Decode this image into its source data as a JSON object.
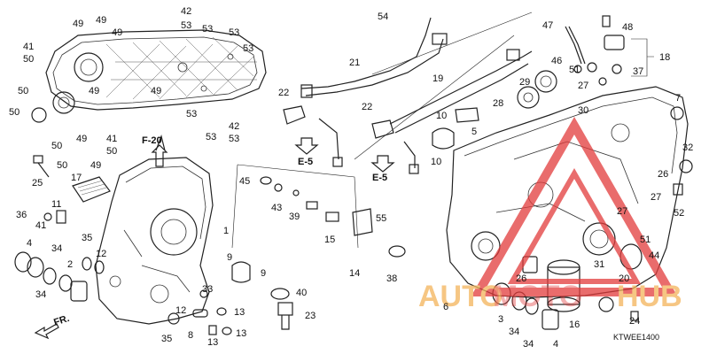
{
  "diagram": {
    "code": "KTWEE1400",
    "refs": {
      "f20": "F-20",
      "e5_left": "E-5",
      "e5_right": "E-5",
      "fr": "FR."
    },
    "callouts": [
      {
        "id": "c49a",
        "text": "49"
      },
      {
        "id": "c49b",
        "text": "49"
      },
      {
        "id": "c49c",
        "text": "49"
      },
      {
        "id": "c42a",
        "text": "42"
      },
      {
        "id": "c53a",
        "text": "53"
      },
      {
        "id": "c53b",
        "text": "53"
      },
      {
        "id": "c53c",
        "text": "53"
      },
      {
        "id": "c53d",
        "text": "53"
      },
      {
        "id": "c41a",
        "text": "41"
      },
      {
        "id": "c50a",
        "text": "50"
      },
      {
        "id": "c50b",
        "text": "50"
      },
      {
        "id": "c50c",
        "text": "50"
      },
      {
        "id": "c49d",
        "text": "49"
      },
      {
        "id": "c49e",
        "text": "49"
      },
      {
        "id": "c53e",
        "text": "53"
      },
      {
        "id": "c53f",
        "text": "53"
      },
      {
        "id": "c42b",
        "text": "42"
      },
      {
        "id": "c53g",
        "text": "53"
      },
      {
        "id": "c50d",
        "text": "50"
      },
      {
        "id": "c49f",
        "text": "49"
      },
      {
        "id": "c50e",
        "text": "50"
      },
      {
        "id": "c49g",
        "text": "49"
      },
      {
        "id": "c41b",
        "text": "41"
      },
      {
        "id": "c50f",
        "text": "50"
      },
      {
        "id": "c54",
        "text": "54"
      },
      {
        "id": "c21",
        "text": "21"
      },
      {
        "id": "c22a",
        "text": "22"
      },
      {
        "id": "c19",
        "text": "19"
      },
      {
        "id": "c22b",
        "text": "22"
      },
      {
        "id": "c10a",
        "text": "10"
      },
      {
        "id": "c10b",
        "text": "10"
      },
      {
        "id": "c5",
        "text": "5"
      },
      {
        "id": "c47",
        "text": "47"
      },
      {
        "id": "c48",
        "text": "48"
      },
      {
        "id": "c46",
        "text": "46"
      },
      {
        "id": "c51a",
        "text": "51"
      },
      {
        "id": "c37",
        "text": "37"
      },
      {
        "id": "c18",
        "text": "18"
      },
      {
        "id": "c27a",
        "text": "27"
      },
      {
        "id": "c29",
        "text": "29"
      },
      {
        "id": "c28",
        "text": "28"
      },
      {
        "id": "c7",
        "text": "7"
      },
      {
        "id": "c30",
        "text": "30"
      },
      {
        "id": "c32",
        "text": "32"
      },
      {
        "id": "c26a",
        "text": "26"
      },
      {
        "id": "c27b",
        "text": "27"
      },
      {
        "id": "c52",
        "text": "52"
      },
      {
        "id": "c27c",
        "text": "27"
      },
      {
        "id": "c51b",
        "text": "51"
      },
      {
        "id": "c44",
        "text": "44"
      },
      {
        "id": "c31",
        "text": "31"
      },
      {
        "id": "c20",
        "text": "20"
      },
      {
        "id": "c26b",
        "text": "26"
      },
      {
        "id": "c24",
        "text": "24"
      },
      {
        "id": "c6",
        "text": "6"
      },
      {
        "id": "c3",
        "text": "3"
      },
      {
        "id": "c34a",
        "text": "34"
      },
      {
        "id": "c16",
        "text": "16"
      },
      {
        "id": "c34b",
        "text": "34"
      },
      {
        "id": "c4a",
        "text": "4"
      },
      {
        "id": "c25",
        "text": "25"
      },
      {
        "id": "c17",
        "text": "17"
      },
      {
        "id": "c11",
        "text": "11"
      },
      {
        "id": "c36",
        "text": "36"
      },
      {
        "id": "c41c",
        "text": "41"
      },
      {
        "id": "c4b",
        "text": "4"
      },
      {
        "id": "c34c",
        "text": "34"
      },
      {
        "id": "c35a",
        "text": "35"
      },
      {
        "id": "c12a",
        "text": "12"
      },
      {
        "id": "c2",
        "text": "2"
      },
      {
        "id": "c34d",
        "text": "34"
      },
      {
        "id": "c1",
        "text": "1"
      },
      {
        "id": "c45",
        "text": "45"
      },
      {
        "id": "c43",
        "text": "43"
      },
      {
        "id": "c39",
        "text": "39"
      },
      {
        "id": "c15",
        "text": "15"
      },
      {
        "id": "c55",
        "text": "55"
      },
      {
        "id": "c14",
        "text": "14"
      },
      {
        "id": "c9a",
        "text": "9"
      },
      {
        "id": "c9b",
        "text": "9"
      },
      {
        "id": "c38",
        "text": "38"
      },
      {
        "id": "c33",
        "text": "33"
      },
      {
        "id": "c40",
        "text": "40"
      },
      {
        "id": "c23",
        "text": "23"
      },
      {
        "id": "c12b",
        "text": "12"
      },
      {
        "id": "c13a",
        "text": "13"
      },
      {
        "id": "c35b",
        "text": "35"
      },
      {
        "id": "c8",
        "text": "8"
      },
      {
        "id": "c13b",
        "text": "13"
      },
      {
        "id": "c13c",
        "text": "13"
      }
    ]
  },
  "watermark": {
    "text_auto": "AUTO",
    "text_moto": "MOTO",
    "text_hub": "HUB",
    "color_orange": "#f3b45a",
    "color_red": "#e23c3c"
  }
}
